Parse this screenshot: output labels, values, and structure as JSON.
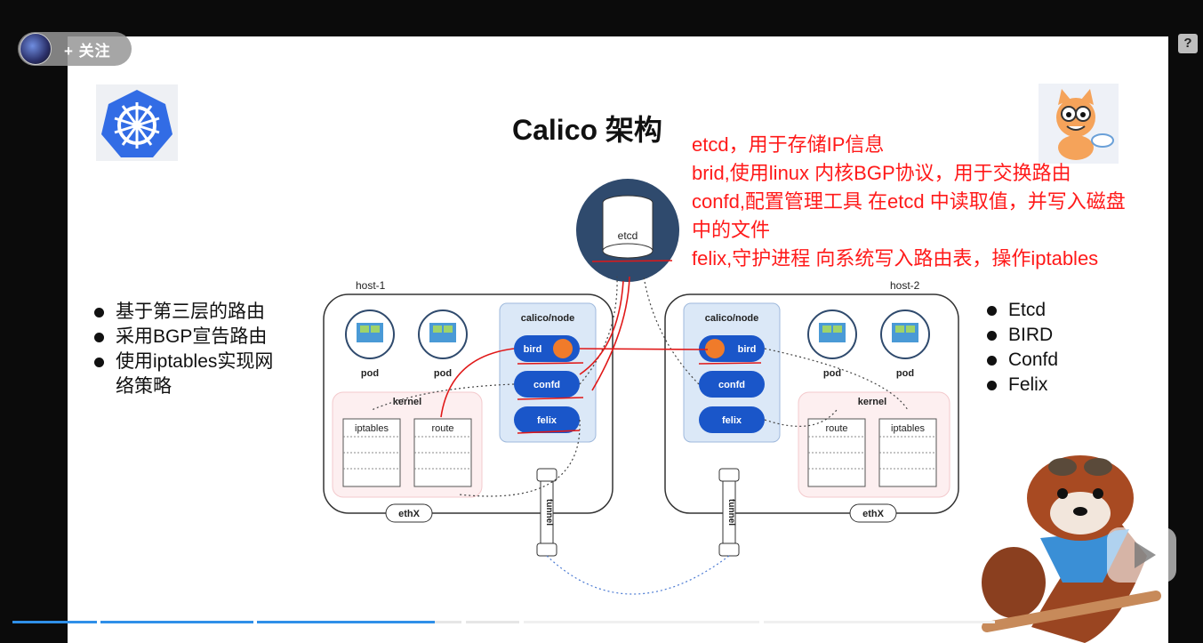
{
  "header": {
    "follow_label": "+ 关注",
    "help_icon": "?"
  },
  "slide": {
    "title": "Calico 架构",
    "notes": [
      "etcd，用于存储IP信息",
      "brid,使用linux 内核BGP协议，用于交换路由",
      "confd,配置管理工具 在etcd 中读取值，并写入磁盘",
      "中的文件",
      "felix,守护进程 向系统写入路由表，操作iptables"
    ],
    "left_bullets": [
      "基于第三层的路由",
      "采用BGP宣告路由",
      "使用iptables实现网",
      "络策略"
    ],
    "right_bullets": [
      "Etcd",
      "BIRD",
      "Confd",
      "Felix"
    ]
  },
  "diagram": {
    "etcd_label": "etcd",
    "host1_label": "host-1",
    "host2_label": "host-2",
    "pod_label": "pod",
    "calico_node_label": "calico/node",
    "bird_label": "bird",
    "confd_label": "confd",
    "felix_label": "felix",
    "kernel_label": "kernel",
    "iptables_label": "iptables",
    "route_label": "route",
    "ethx_label": "ethX",
    "tunnel_label": "tunnel"
  },
  "colors": {
    "accent_red": "#ff1a1a",
    "node_blue": "#1a56c9",
    "progress_blue": "#2f8fe8"
  }
}
